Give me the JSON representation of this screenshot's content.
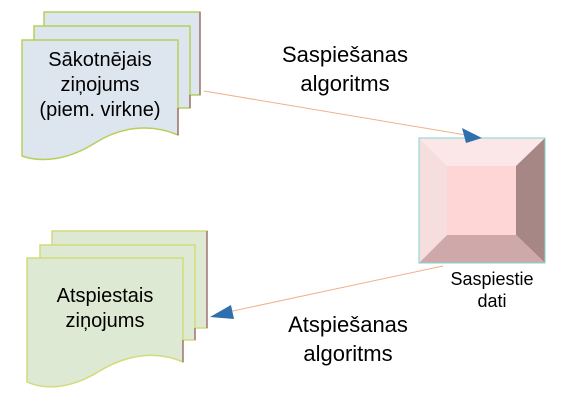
{
  "original_doc": {
    "lines": [
      "Sākotnējais",
      "ziņojums",
      "(piem. virkne)"
    ]
  },
  "compressed_doc": {
    "lines": [
      "Atspiestais",
      "ziņojums"
    ]
  },
  "compression_arrow": {
    "lines": [
      "Saspiešanas",
      "algoritms"
    ]
  },
  "decompression_arrow": {
    "lines": [
      "Atspiešanas",
      "algoritms"
    ]
  },
  "compressed_data": {
    "lines": [
      "Saspiestie",
      "dati"
    ]
  },
  "colors": {
    "original_doc_fill": "#dde6ef",
    "compressed_doc_fill": "#dde9d2",
    "cube_top": "#fbe7e7",
    "cube_front": "#ffd6d6",
    "cube_right": "#a78686",
    "cube_bottom": "#cfa9a9",
    "cube_left": "#f6dede",
    "arrow_head": "#2e6fad",
    "arrow_line": "#f0b18b"
  }
}
